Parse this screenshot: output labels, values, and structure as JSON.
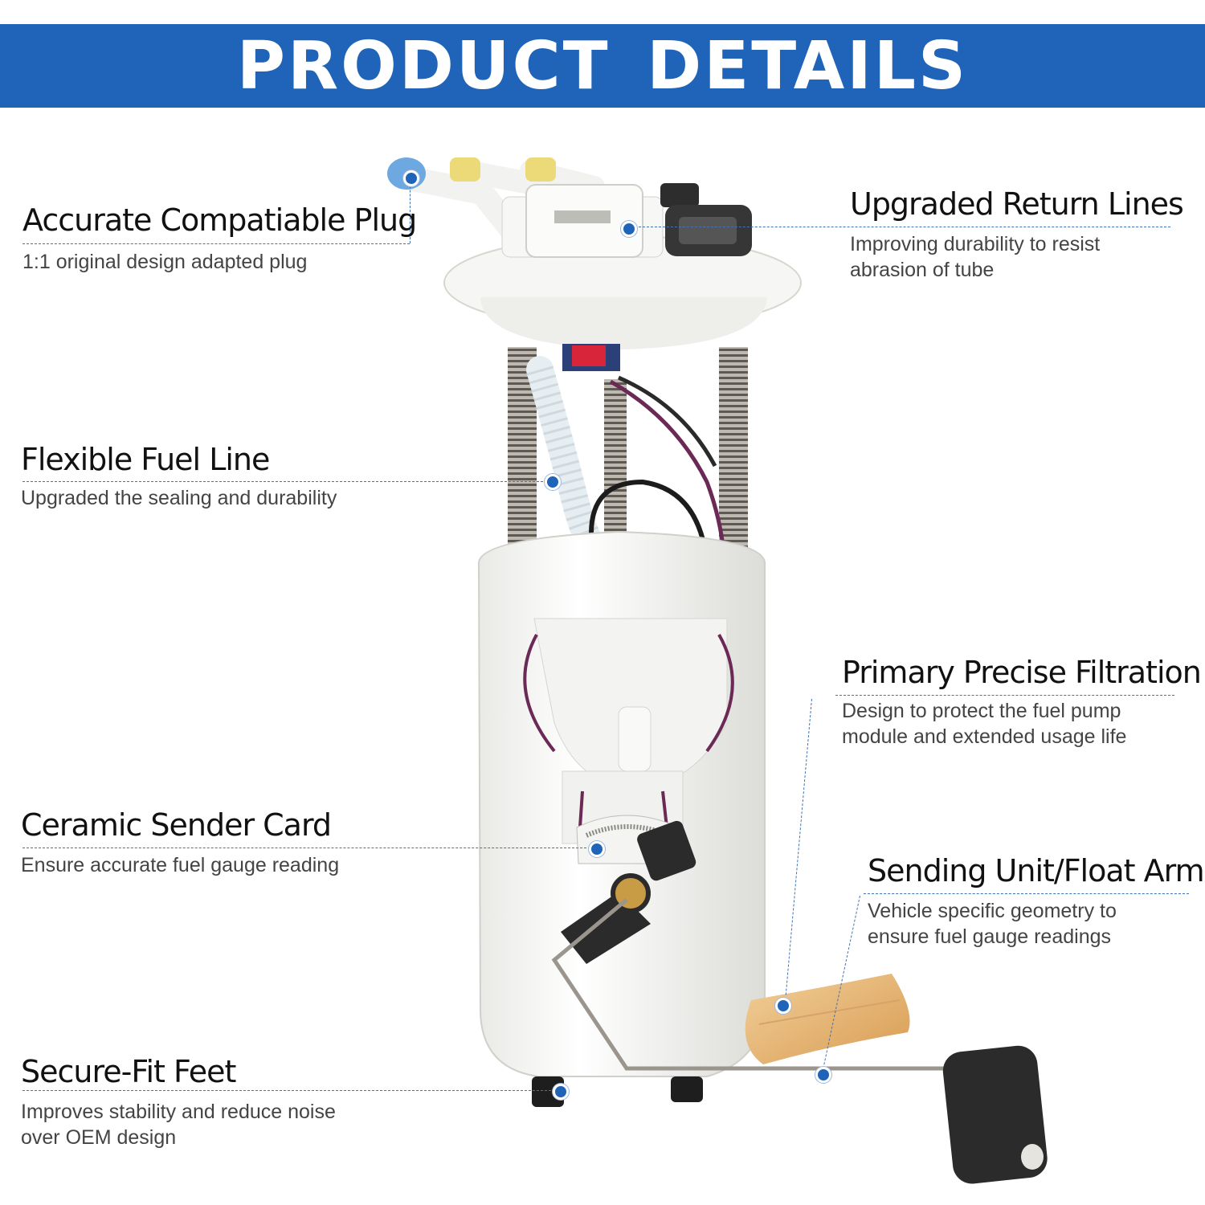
{
  "header": {
    "title": "PRODUCT DETAILS"
  },
  "features": {
    "plug": {
      "title": "Accurate Compatiable Plug",
      "desc_lines": [
        "1:1 original design adapted plug"
      ]
    },
    "return": {
      "title": "Upgraded Return Lines",
      "desc_lines": [
        "Improving durability to resist",
        "abrasion of tube"
      ]
    },
    "fuel_line": {
      "title": "Flexible Fuel Line",
      "desc_lines": [
        "Upgraded the sealing and durability"
      ]
    },
    "filtration": {
      "title": "Primary Precise Filtration",
      "desc_lines": [
        "Design to protect the fuel pump",
        "module and extended usage life"
      ]
    },
    "ceramic": {
      "title": "Ceramic Sender Card",
      "desc_lines": [
        "Ensure accurate fuel gauge reading"
      ]
    },
    "float_arm": {
      "title": "Sending Unit/Float Arm",
      "desc_lines": [
        "Vehicle specific geometry to",
        "ensure fuel gauge readings"
      ]
    },
    "feet": {
      "title": "Secure-Fit Feet",
      "desc_lines": [
        "Improves stability and reduce noise",
        "over OEM design"
      ]
    }
  },
  "colors": {
    "banner": "#1f64b8",
    "callout": "#1f64b8",
    "wire": "#6b2a55",
    "filter": "#e9b77a"
  }
}
